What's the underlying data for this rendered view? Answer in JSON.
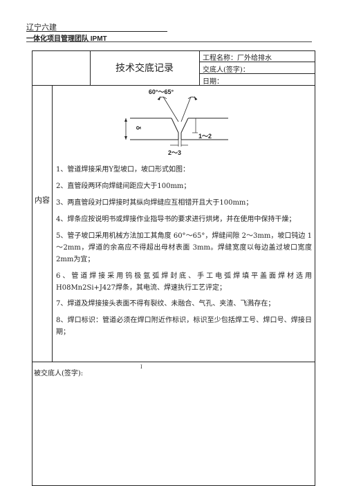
{
  "header": {
    "company": "辽宁六建",
    "team": "一体化项目管理团队 IPMT"
  },
  "form": {
    "title": "技术交底记录",
    "project_name": "工程名称：厂外给排水",
    "discloser": "交底人(签字)：",
    "date": "日期：",
    "content_label": "内容",
    "signee": "被交底人(签字):",
    "stray_mark": "I"
  },
  "diagram": {
    "angle_label": "60°～65°",
    "gap_label": "2～3",
    "blunt_label": "1～2",
    "thickness_label": "δ"
  },
  "items": [
    "1、管道焊接采用Y型坡口，坡口形式如图：",
    "2、直管段两环向焊缝间距应大于100mm；",
    "3、两直管段对口焊接时其纵向焊缝应互相错开且大于100mm；",
    "4、焊条应按说明书或焊接作业指导书的要求进行烘烤，并在使用中保持干燥；",
    "5、管子坡口采用机械方法加工其角度 60°～65°，焊缝间隙 2～3mm，坡口钝边 1～2mm，焊道的余高应不得超出母材表面 3mm。焊缝宽度以每边盖过坡口宽度2mm为宜；",
    "6、管道焊接采用钨极氩弧焊封底、手工电弧焊填平盖面焊材选用H08Mn2Si+J427焊条，其电流、焊速执行工艺评定；",
    "7、焊道及焊接接头表面不得有裂纹、未融合、气孔、夹渣、飞溅存在；",
    "8、焊口标识：管道必须在焊口附近作标识，标识至少包括焊工号、焊口号、焊接日期；"
  ]
}
